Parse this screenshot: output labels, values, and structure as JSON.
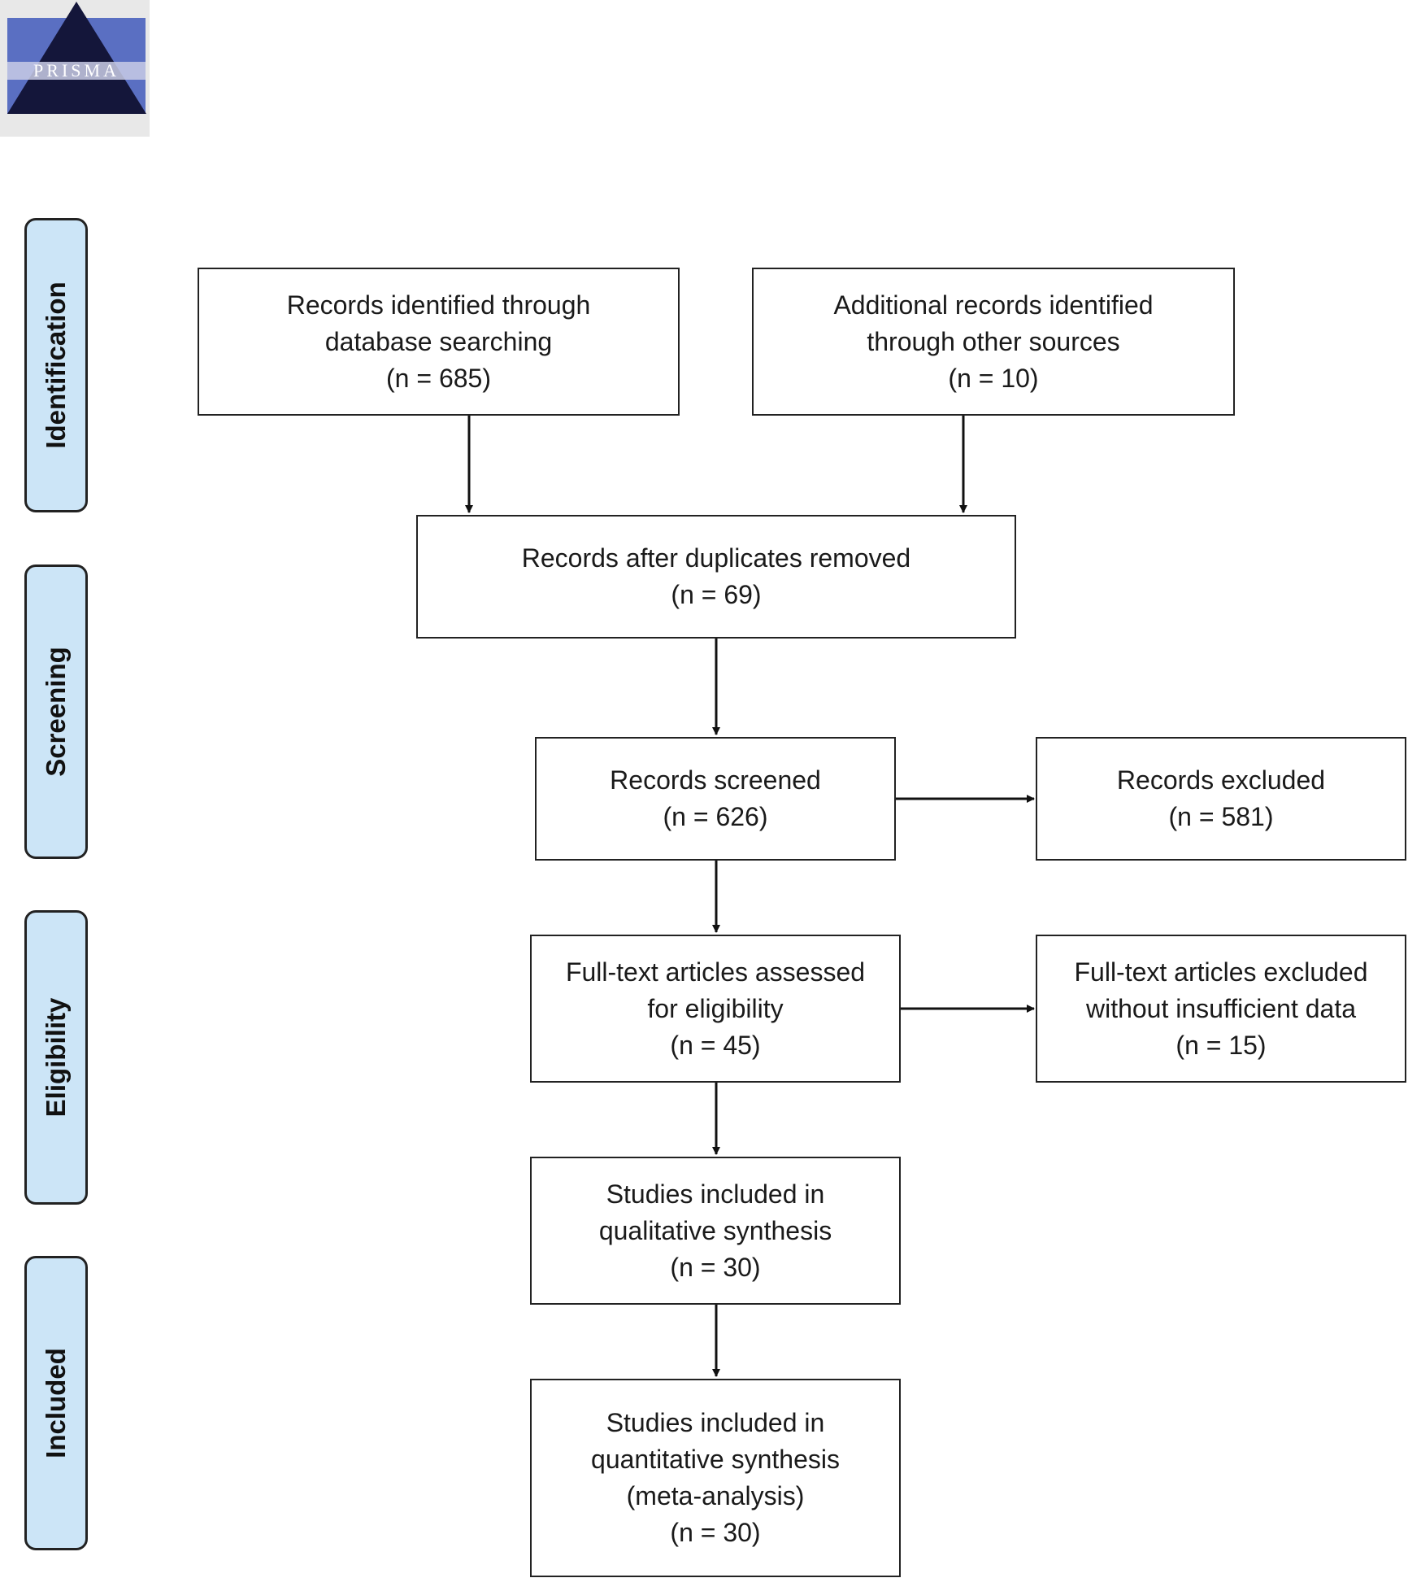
{
  "logo": {
    "text": "PRISMA",
    "colors": {
      "bg": "#5a6fc2",
      "triangle": "#14163a",
      "frame": "#e8e8e8"
    }
  },
  "phases": [
    {
      "id": "identification",
      "label": "Identification"
    },
    {
      "id": "screening",
      "label": "Screening"
    },
    {
      "id": "eligibility",
      "label": "Eligibility"
    },
    {
      "id": "included",
      "label": "Included"
    }
  ],
  "boxes": {
    "database": {
      "line1": "Records identified through",
      "line2": "database searching",
      "line3": "(n = 685)"
    },
    "other": {
      "line1": "Additional records identified",
      "line2": "through other sources",
      "line3": "(n = 10)"
    },
    "duplicates": {
      "line1": "Records after duplicates removed",
      "line2": "(n = 69)"
    },
    "screened": {
      "line1": "Records screened",
      "line2": "(n = 626)"
    },
    "excluded": {
      "line1": "Records excluded",
      "line2": "(n = 581)"
    },
    "fulltext": {
      "line1": "Full-text articles assessed",
      "line2": "for eligibility",
      "line3": "(n = 45)"
    },
    "fulltext_excluded": {
      "line1": "Full-text articles excluded",
      "line2": "without insufficient data",
      "line3": "(n = 15)"
    },
    "qualitative": {
      "line1": "Studies included in",
      "line2": "qualitative synthesis",
      "line3": "(n = 30)"
    },
    "quantitative": {
      "line1": "Studies included in",
      "line2": "quantitative synthesis",
      "line3": "(meta-analysis)",
      "line4": "(n = 30)"
    }
  },
  "colors": {
    "phase_fill": "#cce5f7",
    "border": "#222222"
  }
}
